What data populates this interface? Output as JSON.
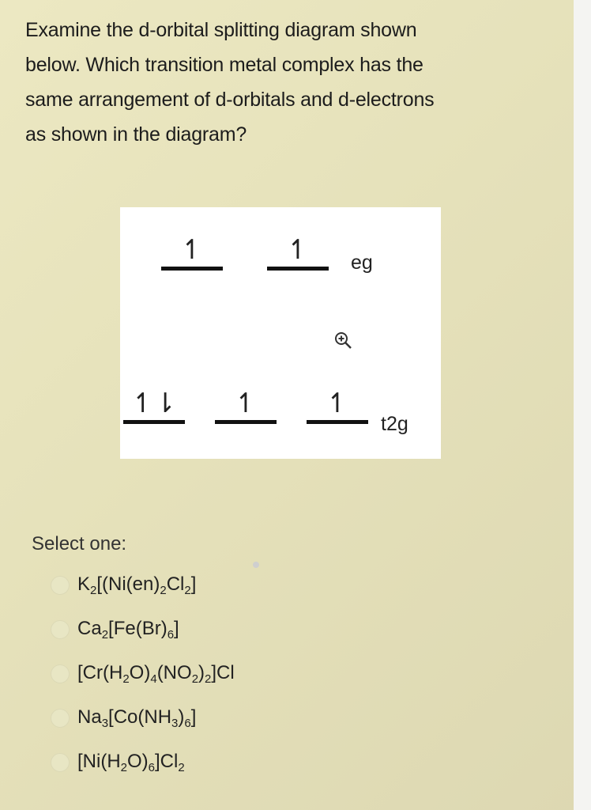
{
  "question": {
    "line1": "Examine the d-orbital splitting diagram shown",
    "line2": "below. Which transition metal complex has the",
    "line3": "same arrangement of d-orbitals and d-electrons",
    "line4": "as shown in the diagram?"
  },
  "diagram": {
    "eg_label": "eg",
    "t2g_label": "t2g",
    "eg_orbitals": [
      "↿",
      "↿"
    ],
    "t2g_orbitals": [
      "↿⇂",
      "↿",
      "↿"
    ]
  },
  "select_label": "Select one:",
  "options": [
    {
      "parts": [
        [
          "K",
          ""
        ],
        [
          "2",
          "sub"
        ],
        [
          "[(Ni(en)",
          ""
        ],
        [
          "2",
          "sub"
        ],
        [
          "Cl",
          ""
        ],
        [
          "2",
          "sub"
        ],
        [
          "]",
          ""
        ]
      ]
    },
    {
      "parts": [
        [
          "Ca",
          ""
        ],
        [
          "2",
          "sub"
        ],
        [
          "[Fe(Br)",
          ""
        ],
        [
          "6",
          "sub"
        ],
        [
          "]",
          ""
        ]
      ]
    },
    {
      "parts": [
        [
          "[Cr(H",
          ""
        ],
        [
          "2",
          "sub"
        ],
        [
          "O)",
          ""
        ],
        [
          "4",
          "sub"
        ],
        [
          "(NO",
          ""
        ],
        [
          "2",
          "sub"
        ],
        [
          ")",
          ""
        ],
        [
          "2",
          "sub"
        ],
        [
          "]Cl",
          ""
        ]
      ]
    },
    {
      "parts": [
        [
          "Na",
          ""
        ],
        [
          "3",
          "sub"
        ],
        [
          "[Co(NH",
          ""
        ],
        [
          "3",
          "sub"
        ],
        [
          ")",
          ""
        ],
        [
          "6",
          "sub"
        ],
        [
          "]",
          ""
        ]
      ]
    },
    {
      "parts": [
        [
          "[Ni(H",
          ""
        ],
        [
          "2",
          "sub"
        ],
        [
          "O)",
          ""
        ],
        [
          "6",
          "sub"
        ],
        [
          "]Cl",
          ""
        ],
        [
          "2",
          "sub"
        ]
      ]
    }
  ]
}
